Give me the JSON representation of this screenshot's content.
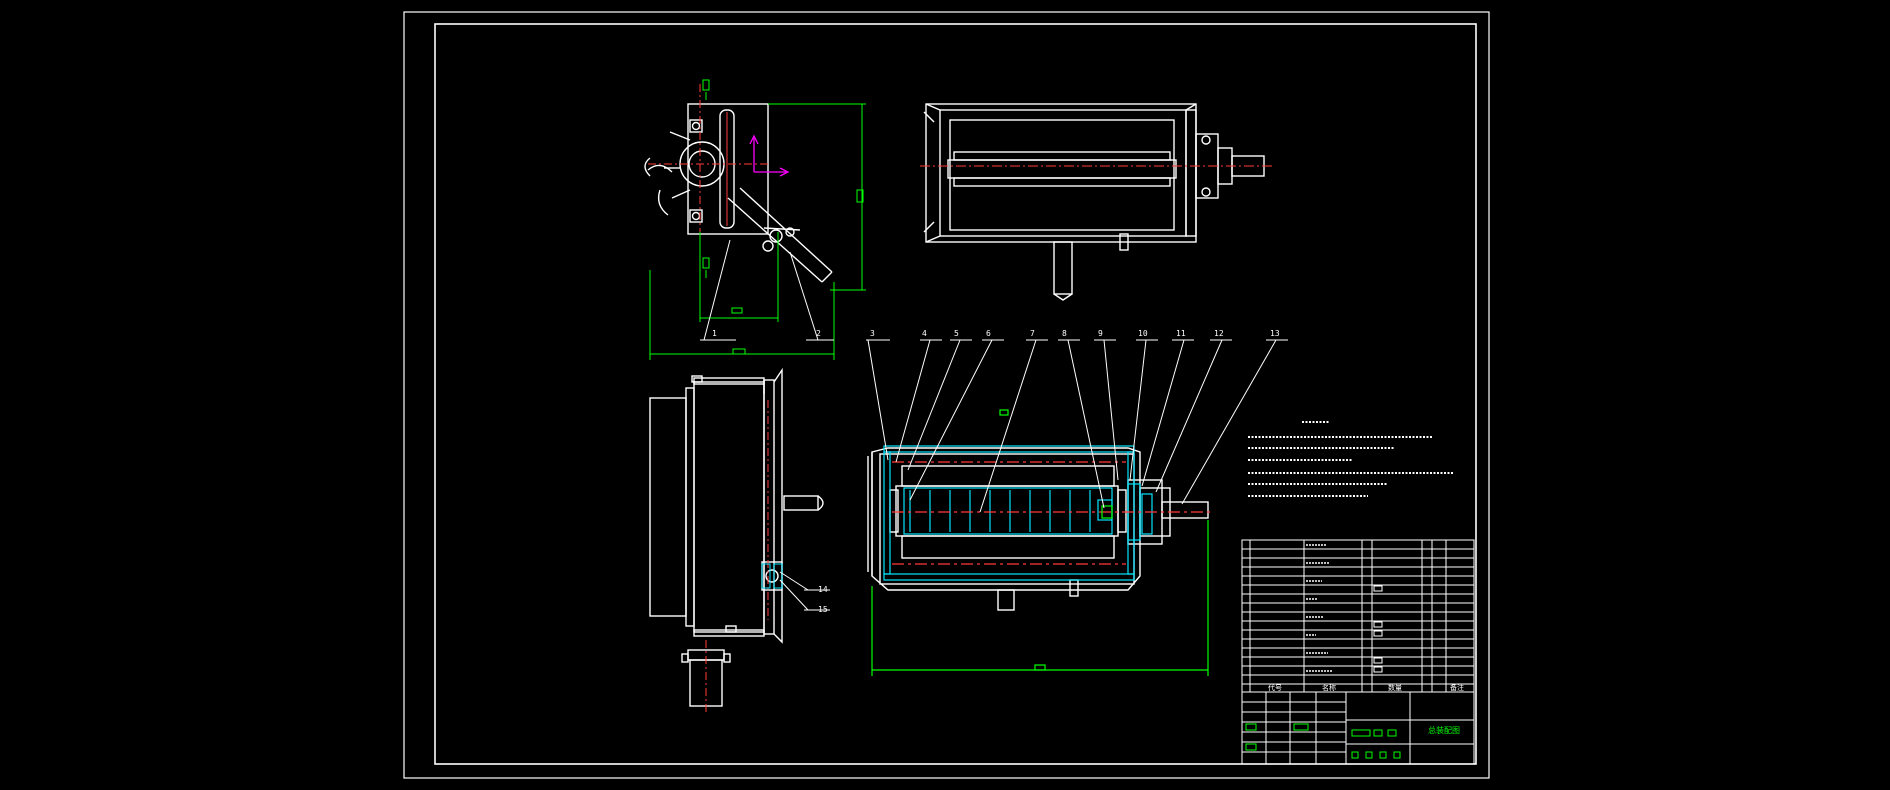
{
  "drawing": {
    "background": "#000000",
    "colors": {
      "outline": "#ffffff",
      "dimension": "#00ff00",
      "leader": "#ffffff",
      "hatch": "#00e5ff",
      "centerline": "#ff3b3b",
      "axis_marker": "#ff00ff",
      "dimension_text": "#00ff00"
    }
  },
  "balloons": [
    {
      "label": "1"
    },
    {
      "label": "2"
    },
    {
      "label": "3"
    },
    {
      "label": "4"
    },
    {
      "label": "5"
    },
    {
      "label": "6"
    },
    {
      "label": "7"
    },
    {
      "label": "8"
    },
    {
      "label": "9"
    },
    {
      "label": "10"
    },
    {
      "label": "11"
    },
    {
      "label": "12"
    },
    {
      "label": "13"
    },
    {
      "label": "14"
    },
    {
      "label": "15"
    }
  ],
  "bom": {
    "header_labels": [
      "代号",
      "名称",
      "数量",
      "备注"
    ],
    "row_count": 16
  },
  "title_block": {
    "drawing_name": "总装配图"
  }
}
